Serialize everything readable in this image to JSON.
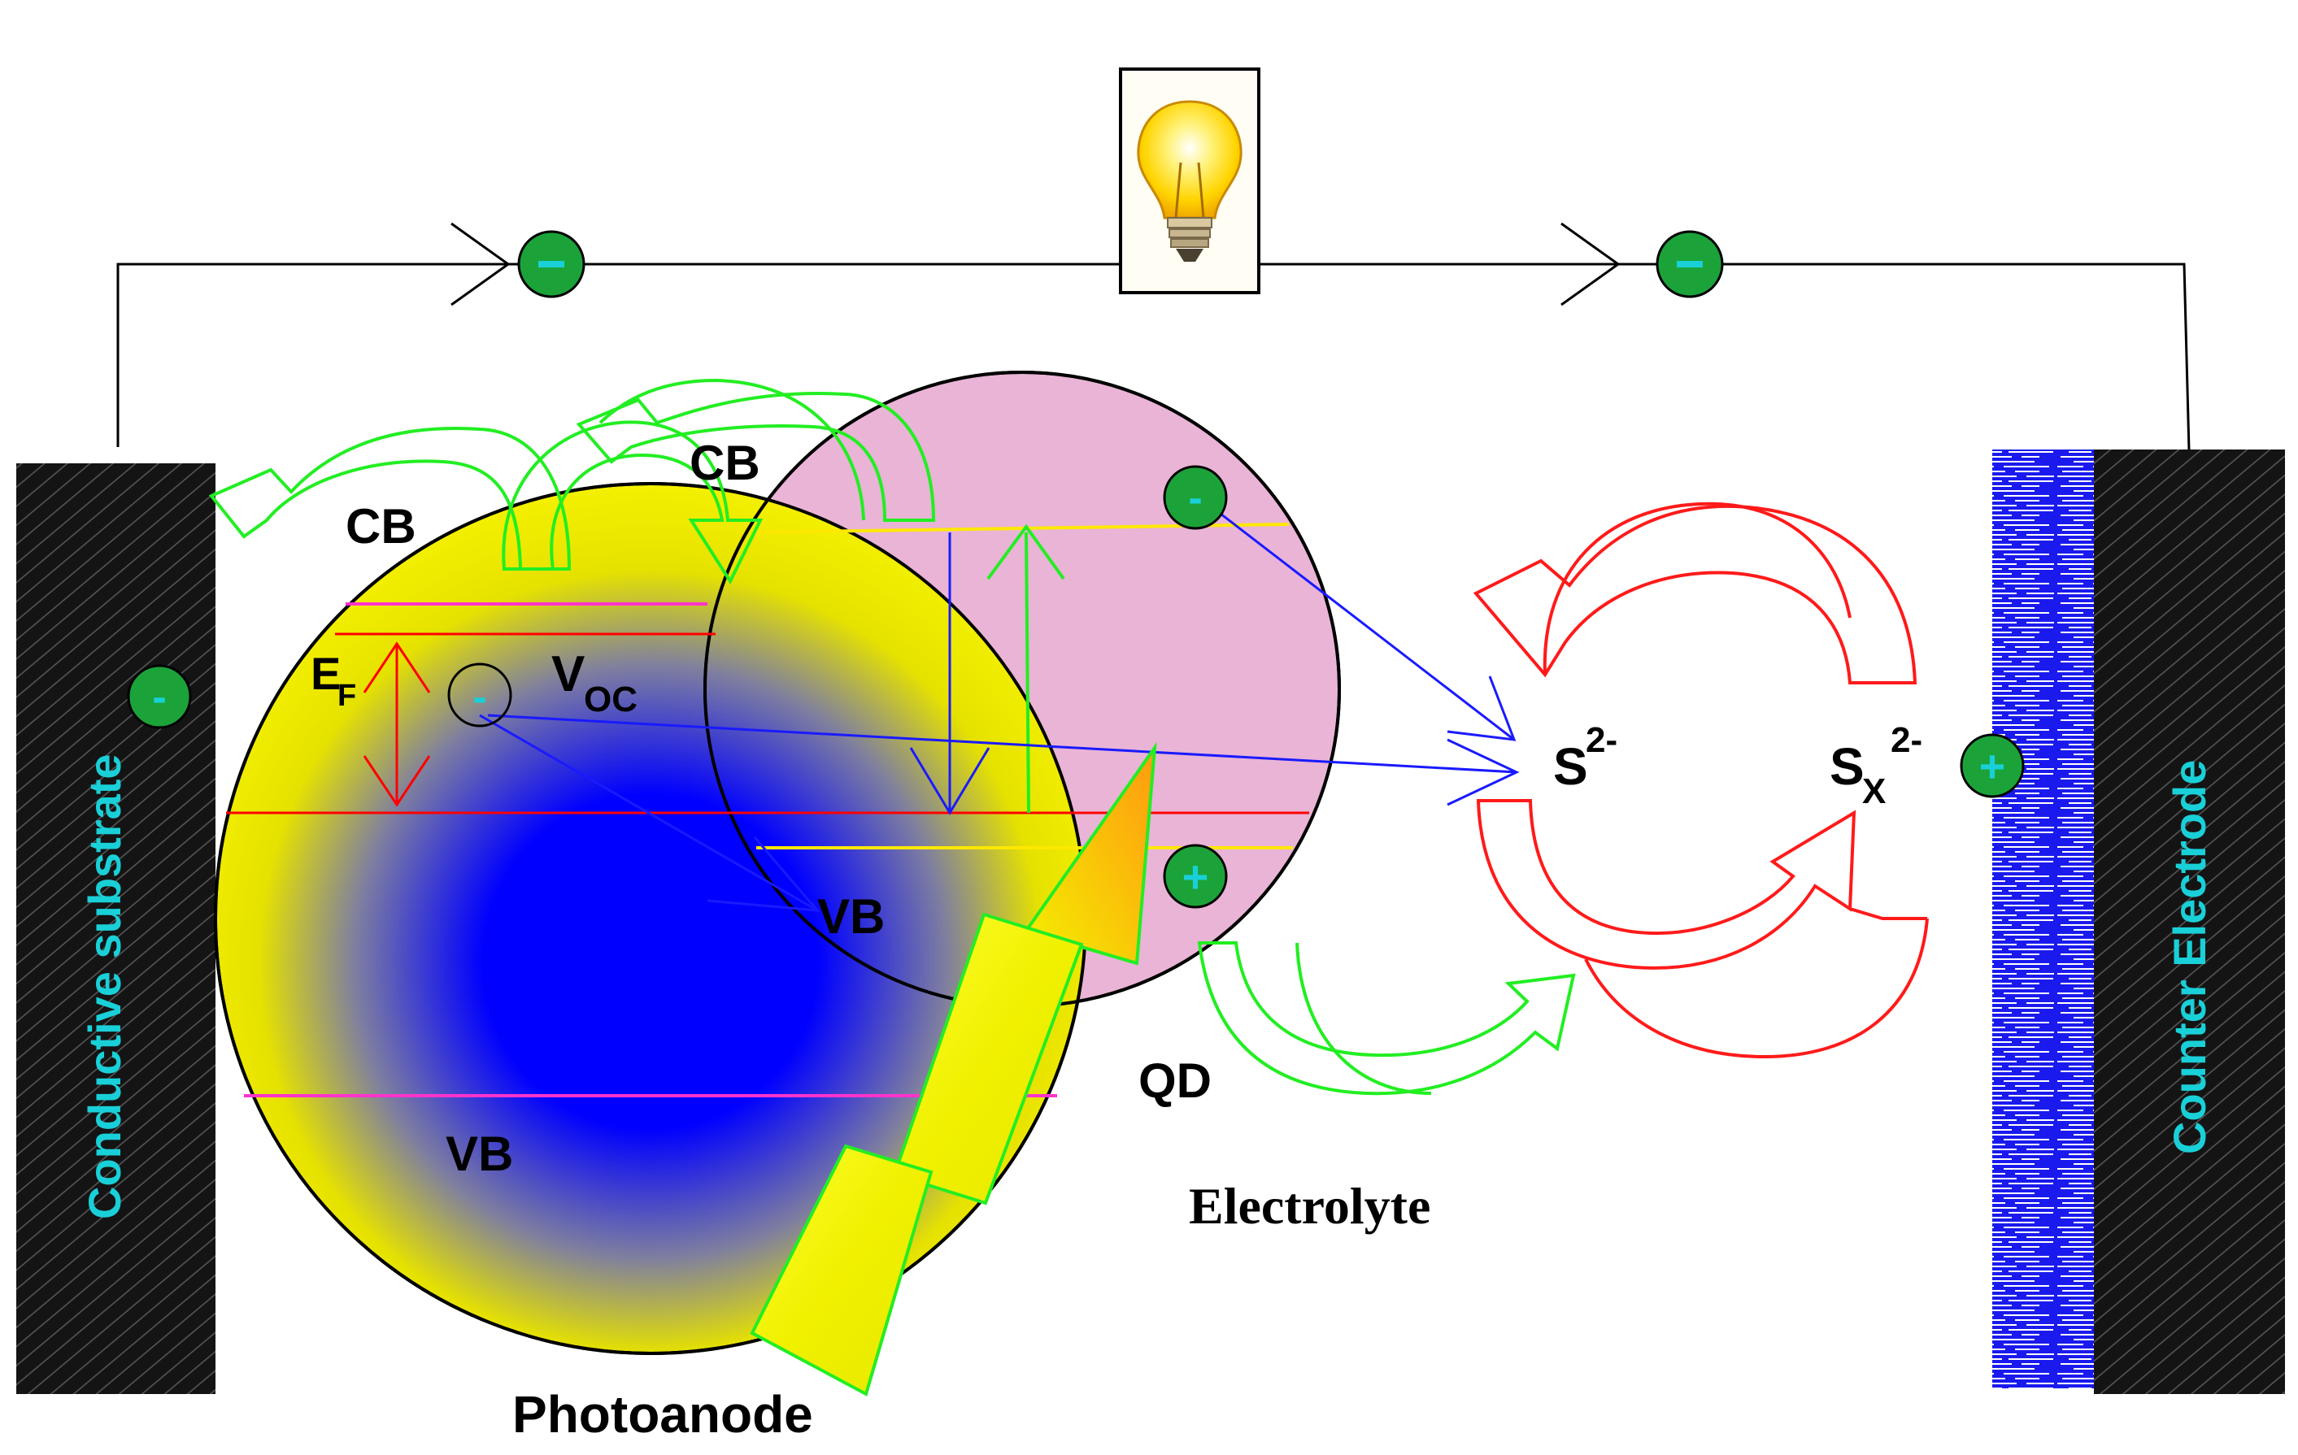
{
  "labels": {
    "photoanode": "Photoanode",
    "electrolyte": "Electrolyte",
    "qd": "QD",
    "cb_photoanode": "CB",
    "vb_photoanode": "VB",
    "cb_qd": "CB",
    "vb_qd": "VB",
    "fermi_base": "E",
    "fermi_sub": "F",
    "voc_base": "V",
    "voc_sub": "OC",
    "sulfide_base": "S",
    "sulfide_sup": "2-",
    "polysulfide_base": "S",
    "polysulfide_sub": "X",
    "polysulfide_sup": "2-",
    "conductive_substrate": "Conductive substrate",
    "counter_electrode": "Counter Electrode"
  },
  "charges": {
    "electron": "-",
    "hole": "+"
  },
  "icons": {
    "lamp": "light-bulb-icon",
    "light": "incident-light-beam"
  },
  "colors": {
    "photoanode_shell": "#f4f000",
    "photoanode_core": "#0000ff",
    "qd_fill": "#e8b0d4",
    "electrode_text": "#19d0d8",
    "charge_fill": "#1ba33a",
    "arrow_green": "#22ee22",
    "arrow_red": "#ff1a1a",
    "arrow_blue": "#1a1aff",
    "level_magenta": "#ff33cc",
    "level_red": "#ff0000",
    "level_yellow": "#ffe800"
  }
}
